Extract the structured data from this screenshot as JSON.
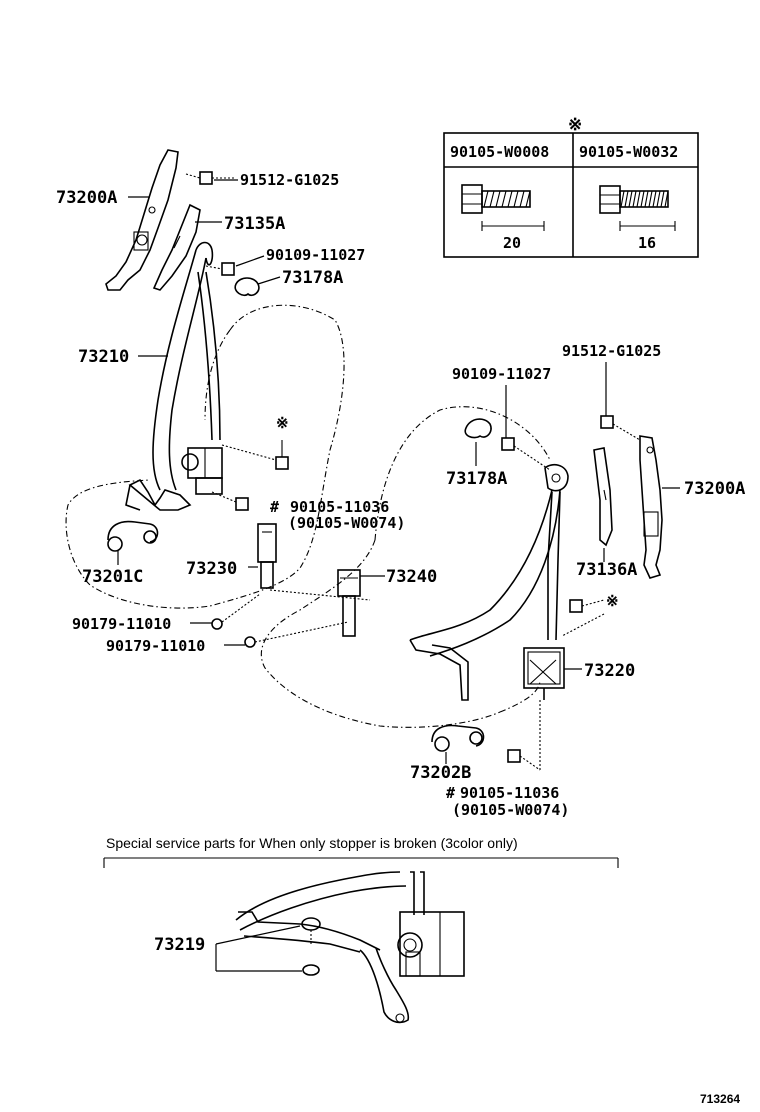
{
  "table": {
    "symbol": "※",
    "columns": [
      {
        "part": "90105-W0008",
        "length": "20"
      },
      {
        "part": "90105-W0032",
        "length": "16"
      }
    ]
  },
  "labels": {
    "l73200a_left": "73200A",
    "l91512_left": "91512-G1025",
    "l73135a": "73135A",
    "l90109_left": "90109-11027",
    "l73178a_left": "73178A",
    "l73210": "73210",
    "sym_left": "※",
    "l90105_left_a": "90105-11036",
    "l90105_left_b": "(90105-W0074)",
    "hash_left": "#",
    "l73201c": "73201C",
    "l73230": "73230",
    "l73240": "73240",
    "l90179_a": "90179-11010",
    "l90179_b": "90179-11010",
    "l91512_right": "91512-G1025",
    "l90109_right": "90109-11027",
    "l73178a_right": "73178A",
    "l73200a_right": "73200A",
    "l73136a": "73136A",
    "sym_right": "※",
    "l73220": "73220",
    "l73202b": "73202B",
    "hash_right": "#",
    "l90105_right_a": "90105-11036",
    "l90105_right_b": "(90105-W0074)",
    "special_note": "Special service parts for When only stopper is broken (3color only)",
    "l73219": "73219",
    "ref_number": "713264"
  }
}
